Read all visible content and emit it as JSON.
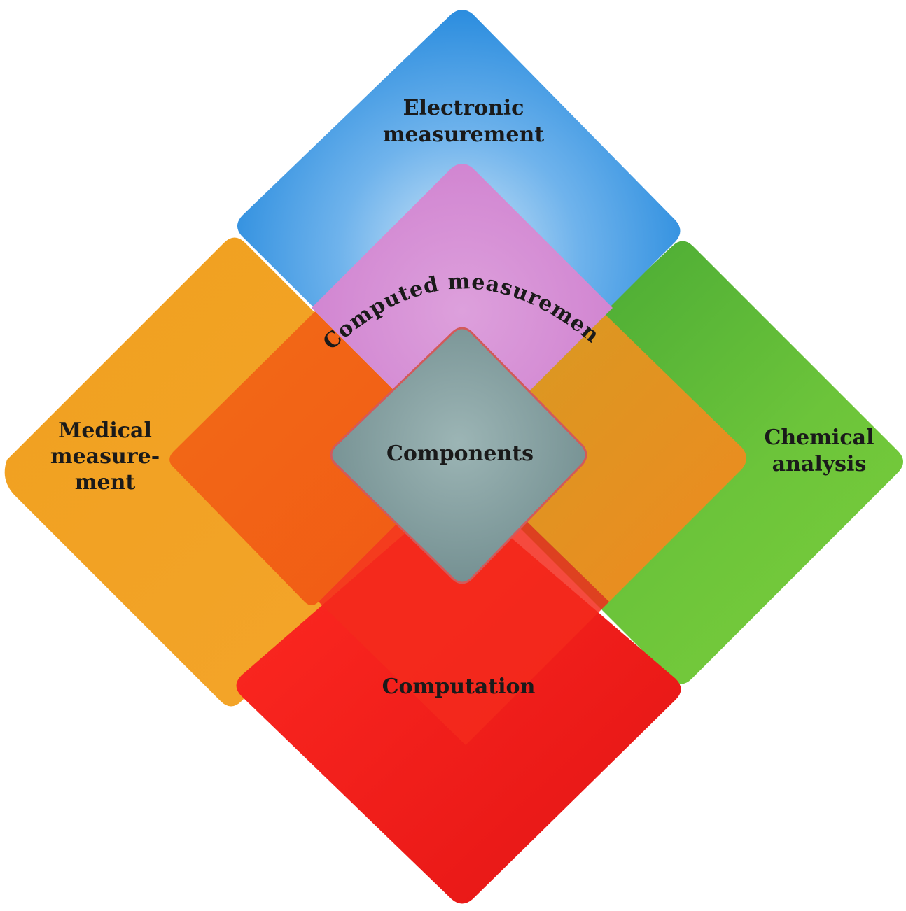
{
  "diagram": {
    "regions": [
      {
        "id": "electronic",
        "lines": [
          "Electronic",
          "measurement"
        ],
        "color": "#2e8fe0"
      },
      {
        "id": "medical",
        "lines": [
          "Medical",
          "measure-",
          "ment"
        ],
        "color": "#f5a21a"
      },
      {
        "id": "chemical",
        "lines": [
          "Chemical",
          "analysis"
        ],
        "color": "#5bb832"
      },
      {
        "id": "computation",
        "lines": [
          "Computation"
        ],
        "color": "#ee1c1c"
      },
      {
        "id": "computed",
        "lines": [
          "Computed measurement"
        ],
        "color": "#d68ad6"
      },
      {
        "id": "components",
        "lines": [
          "Components"
        ],
        "color": "#7c9898"
      }
    ]
  }
}
